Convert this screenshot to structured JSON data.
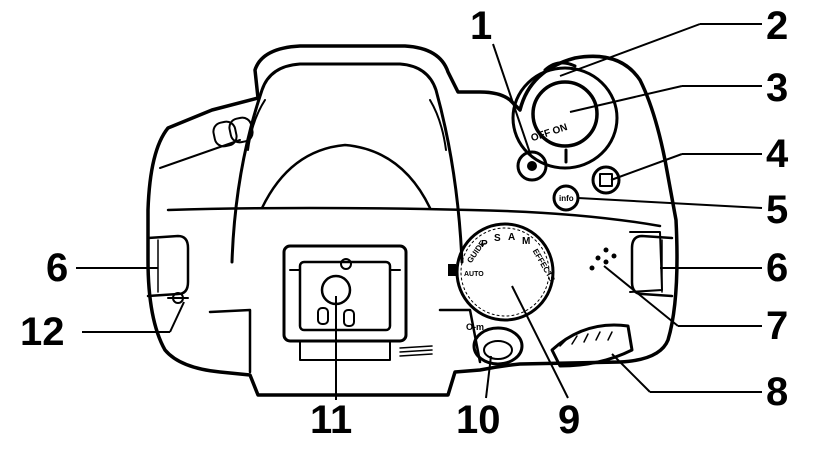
{
  "figure": {
    "callouts": {
      "c1": "1",
      "c2": "2",
      "c3": "3",
      "c4": "4",
      "c5": "5",
      "c6_left": "6",
      "c6_right": "6",
      "c7": "7",
      "c8": "8",
      "c9": "9",
      "c10": "10",
      "c11": "11",
      "c12": "12"
    },
    "camera_labels": {
      "off_on": "OFF ON",
      "info": "info",
      "mode_p": "P",
      "mode_s": "S",
      "mode_a": "A",
      "mode_m": "M",
      "guide": "GUIDE",
      "effects": "EFFECTS",
      "auto": "AUTO",
      "key_symbol": "O-m"
    },
    "colors": {
      "ink": "#000000",
      "body": "#ffffff",
      "paper": "#ffffff"
    }
  }
}
